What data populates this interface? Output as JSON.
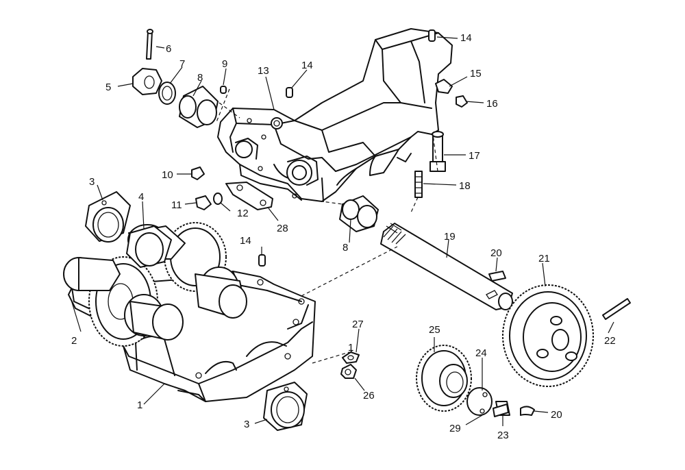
{
  "callouts": [
    {
      "id": "c6",
      "text": "6"
    },
    {
      "id": "c5",
      "text": "5"
    },
    {
      "id": "c7",
      "text": "7"
    },
    {
      "id": "c8a",
      "text": "8"
    },
    {
      "id": "c9",
      "text": "9"
    },
    {
      "id": "c13",
      "text": "13"
    },
    {
      "id": "c14a",
      "text": "14"
    },
    {
      "id": "c14b",
      "text": "14"
    },
    {
      "id": "c15",
      "text": "15"
    },
    {
      "id": "c16",
      "text": "16"
    },
    {
      "id": "c17",
      "text": "17"
    },
    {
      "id": "c18",
      "text": "18"
    },
    {
      "id": "c10",
      "text": "10"
    },
    {
      "id": "c11",
      "text": "11"
    },
    {
      "id": "c12",
      "text": "12"
    },
    {
      "id": "c28",
      "text": "28"
    },
    {
      "id": "c3a",
      "text": "3"
    },
    {
      "id": "c4",
      "text": "4"
    },
    {
      "id": "c14c",
      "text": "14"
    },
    {
      "id": "c8b",
      "text": "8"
    },
    {
      "id": "c19",
      "text": "19"
    },
    {
      "id": "c20a",
      "text": "20"
    },
    {
      "id": "c21",
      "text": "21"
    },
    {
      "id": "c2",
      "text": "2"
    },
    {
      "id": "c27",
      "text": "27"
    },
    {
      "id": "c1a",
      "text": "1"
    },
    {
      "id": "c26",
      "text": "26"
    },
    {
      "id": "c25",
      "text": "25"
    },
    {
      "id": "c24",
      "text": "24"
    },
    {
      "id": "c22",
      "text": "22"
    },
    {
      "id": "c1b",
      "text": "1"
    },
    {
      "id": "c3b",
      "text": "3"
    },
    {
      "id": "c29",
      "text": "29"
    },
    {
      "id": "c23",
      "text": "23"
    },
    {
      "id": "c20b",
      "text": "20"
    }
  ]
}
